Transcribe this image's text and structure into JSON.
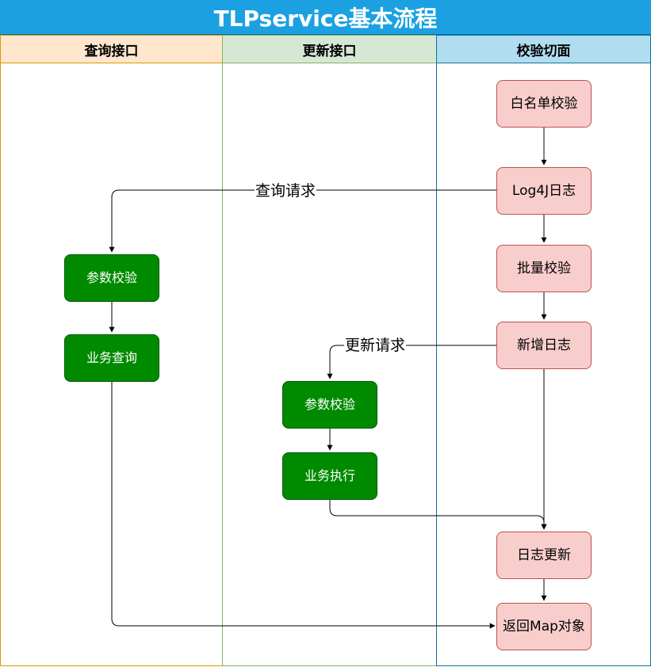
{
  "title": "TLPservice基本流程",
  "lanes": [
    {
      "label": "查询接口"
    },
    {
      "label": "更新接口"
    },
    {
      "label": "校验切面"
    }
  ],
  "nodes": {
    "whitelist": "白名单校验",
    "log4j": "Log4J日志",
    "batch_check": "批量校验",
    "add_log": "新增日志",
    "query_param_check": "参数校验",
    "business_query": "业务查询",
    "update_param_check": "参数校验",
    "business_exec": "业务执行",
    "log_update": "日志更新",
    "return_map": "返回Map对象"
  },
  "edge_labels": {
    "query_request": "查询请求",
    "update_request": "更新请求"
  },
  "colors": {
    "title_bg": "#1ba1e2",
    "lane_query_header": "#ffe6cc",
    "lane_update_header": "#d5e8d4",
    "lane_aspect_header": "#b1ddf0",
    "aspect_node_fill": "#f8cecc",
    "interface_node_fill": "#008a00"
  }
}
